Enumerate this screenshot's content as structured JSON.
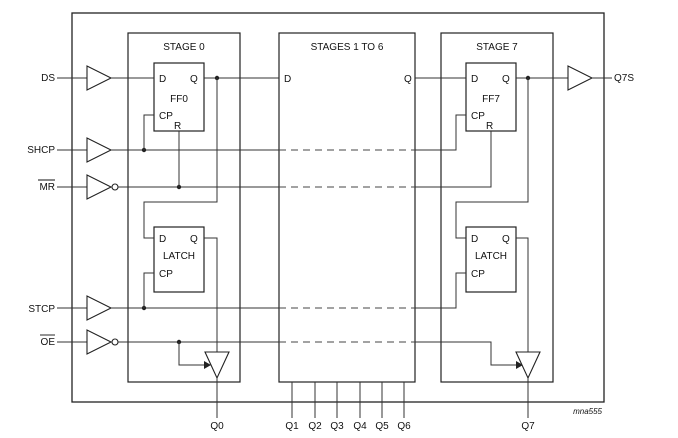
{
  "inputs": {
    "ds": "DS",
    "shcp": "SHCP",
    "mr": "MR",
    "stcp": "STCP",
    "oe": "OE"
  },
  "output_q7s": "Q7S",
  "stage0": {
    "title": "STAGE 0",
    "ff": "FF0",
    "latch": "LATCH"
  },
  "stages_mid": {
    "title": "STAGES 1 TO 6"
  },
  "stage7": {
    "title": "STAGE 7",
    "ff": "FF7",
    "latch": "LATCH"
  },
  "pins": {
    "d": "D",
    "q": "Q",
    "cp": "CP",
    "r": "R"
  },
  "outputs": [
    "Q0",
    "Q1",
    "Q2",
    "Q3",
    "Q4",
    "Q5",
    "Q6",
    "Q7"
  ],
  "figure_id": "mna555"
}
